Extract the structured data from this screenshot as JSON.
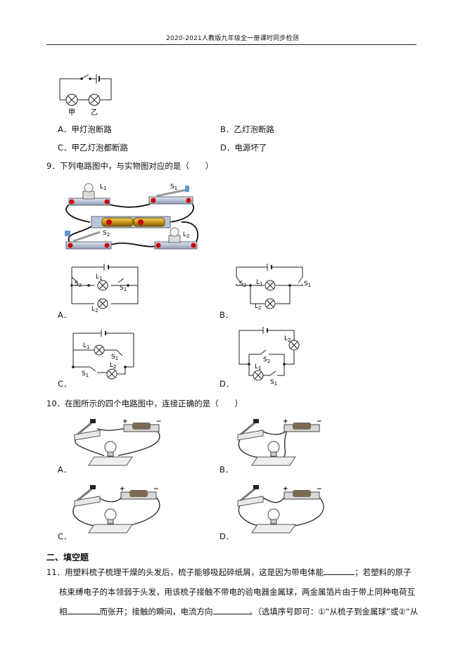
{
  "header": {
    "title": "2020-2021人教版九年级全一册课时同步检测"
  },
  "q8": {
    "lamp_labels": [
      "甲",
      "乙"
    ],
    "options": [
      {
        "letter": "A．",
        "text": "甲灯泡断路"
      },
      {
        "letter": "B．",
        "text": "乙灯泡断路"
      },
      {
        "letter": "C．",
        "text": "甲乙灯泡都断路"
      },
      {
        "letter": "D．",
        "text": "电源坏了"
      }
    ]
  },
  "q9": {
    "stem": "9．下列电路图中，与实物图对应的是（　　）",
    "photo_labels": {
      "L1": "L",
      "L1sub": "1",
      "S1": "S",
      "S1sub": "1",
      "S2": "S",
      "S2sub": "2",
      "L2": "L",
      "L2sub": "2"
    },
    "options": [
      "A．",
      "B．",
      "C．",
      "D．"
    ]
  },
  "q10": {
    "stem": "10．在图所示的四个电路图中，连接正确的是（　　）",
    "options": [
      "A．",
      "B．",
      "C．",
      "D．"
    ]
  },
  "section2": {
    "title": "二、填空题"
  },
  "q11": {
    "line1": "11．用塑料梳子梳理干燥的头发后，梳子能够吸起碎纸屑，这是因为带电体能",
    "line1_end": "；若塑料的原子",
    "line2": "核束缚电子的本领弱于头发，用该梳子接触不带电的验电器金属球，两金属箔片由于带上同种电荷互",
    "line3_a": "相",
    "line3_b": "而张开；接触的瞬间，电流方向",
    "line3_c": "。（选填序号即可：①“从梳子到金属球”或②“从"
  }
}
